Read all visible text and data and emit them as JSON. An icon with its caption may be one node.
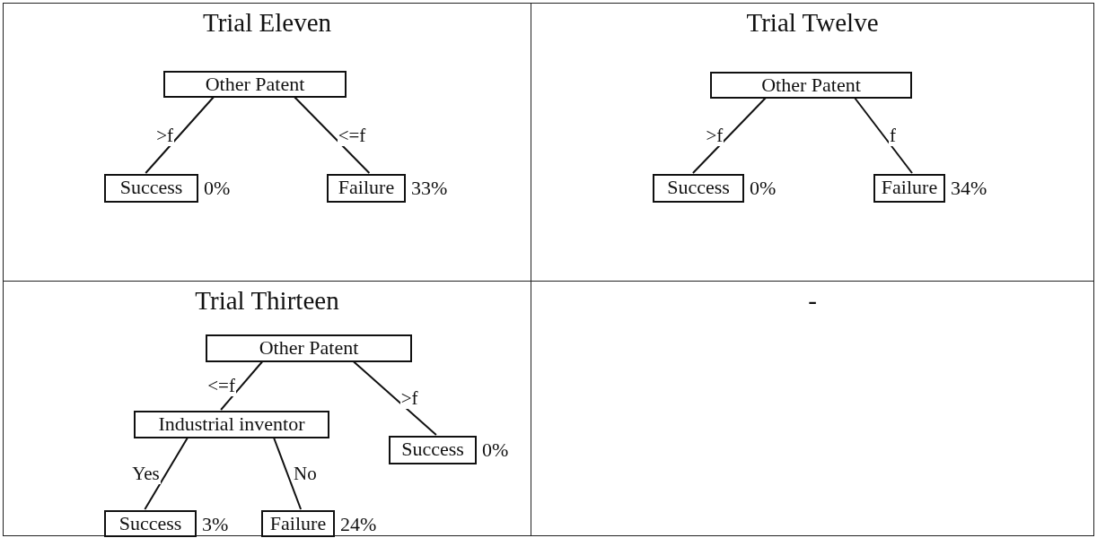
{
  "diagram": {
    "nodes": [
      {
        "text": [
          "Trial Eleven"
        ]
      },
      {
        "text": [
          "Other Patent"
        ],
        "in": 0
      },
      {
        "text": [
          "Success"
        ],
        "in": 0,
        "beside": [
          "0%"
        ]
      },
      {
        "text": [
          "Failure"
        ],
        "in": 0,
        "beside": [
          "33%"
        ]
      },
      {
        "text": [
          "Trial Twelve"
        ]
      },
      {
        "text": [
          "Other Patent"
        ],
        "in": 4
      },
      {
        "text": [
          "Success"
        ],
        "in": 4,
        "beside": [
          "0%"
        ]
      },
      {
        "text": [
          "Failure"
        ],
        "in": 4,
        "beside": [
          "34%"
        ]
      },
      {
        "text": [
          "Trial Thirteen"
        ]
      },
      {
        "text": [
          "Other Patent"
        ],
        "in": 8
      },
      {
        "text": [
          "Industrial inventor"
        ],
        "in": 8
      },
      {
        "text": [
          "Success"
        ],
        "in": 8,
        "beside": [
          "0%"
        ]
      },
      {
        "text": [
          "Success"
        ],
        "in": 8,
        "beside": [
          "3%"
        ]
      },
      {
        "text": [
          "Failure"
        ],
        "in": 8,
        "beside": [
          "24%"
        ]
      },
      {
        "text": [
          "-"
        ]
      }
    ],
    "edges": [
      {
        "from": 1,
        "to": 2,
        "arrow": "none",
        "label": ">f"
      },
      {
        "from": 1,
        "to": 3,
        "arrow": "none",
        "label": "<=f"
      },
      {
        "from": 5,
        "to": 6,
        "arrow": "none",
        "label": ">f"
      },
      {
        "from": 5,
        "to": 7,
        "arrow": "none",
        "label": "f"
      },
      {
        "from": 9,
        "to": 10,
        "arrow": "none",
        "label": "<=f"
      },
      {
        "from": 9,
        "to": 11,
        "arrow": "none",
        "label": ">f"
      },
      {
        "from": 10,
        "to": 12,
        "arrow": "none",
        "label": "Yes"
      },
      {
        "from": 10,
        "to": 13,
        "arrow": "none",
        "label": "No"
      }
    ]
  }
}
